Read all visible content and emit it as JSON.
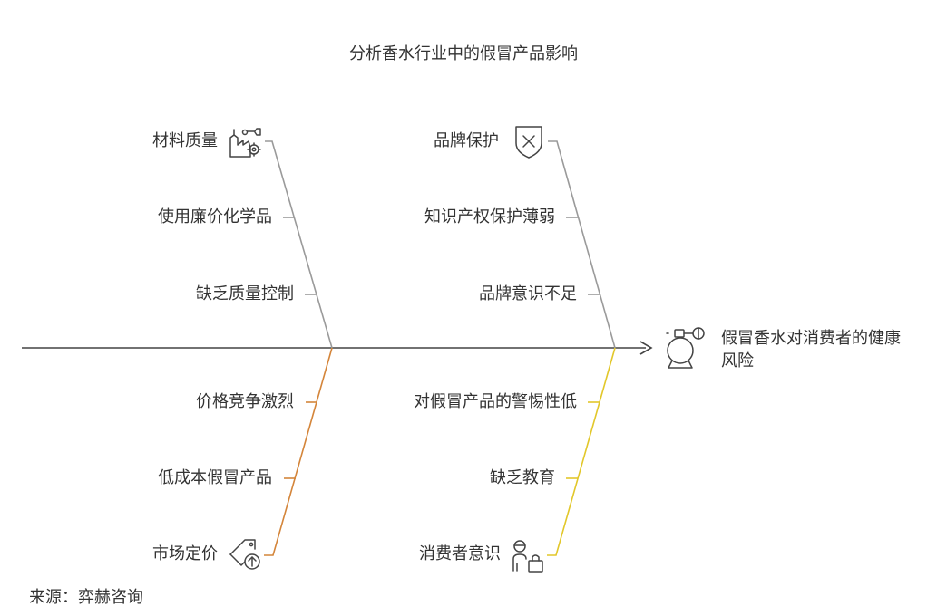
{
  "title": "分析香水行业中的假冒产品影响",
  "effect": "假冒香水对消费者的健康风险",
  "source": "来源：弈赫咨询",
  "categories": [
    {
      "name": "材料质量",
      "icon": "factory-gear-icon",
      "color": "#9a9a9a",
      "causes": [
        "使用廉价化学品",
        "缺乏质量控制"
      ]
    },
    {
      "name": "品牌保护",
      "icon": "shield-x-icon",
      "color": "#9a9a9a",
      "causes": [
        "知识产权保护薄弱",
        "品牌意识不足"
      ]
    },
    {
      "name": "市场定价",
      "icon": "price-tag-up-icon",
      "color": "#d4853a",
      "causes": [
        "价格竞争激烈",
        "低成本假冒产品"
      ]
    },
    {
      "name": "消费者意识",
      "icon": "person-bag-icon",
      "color": "#e2c72a",
      "causes": [
        "对假冒产品的警惕性低",
        "缺乏教育"
      ]
    }
  ],
  "colors": {
    "spine": "#444444",
    "text": "#333333"
  }
}
